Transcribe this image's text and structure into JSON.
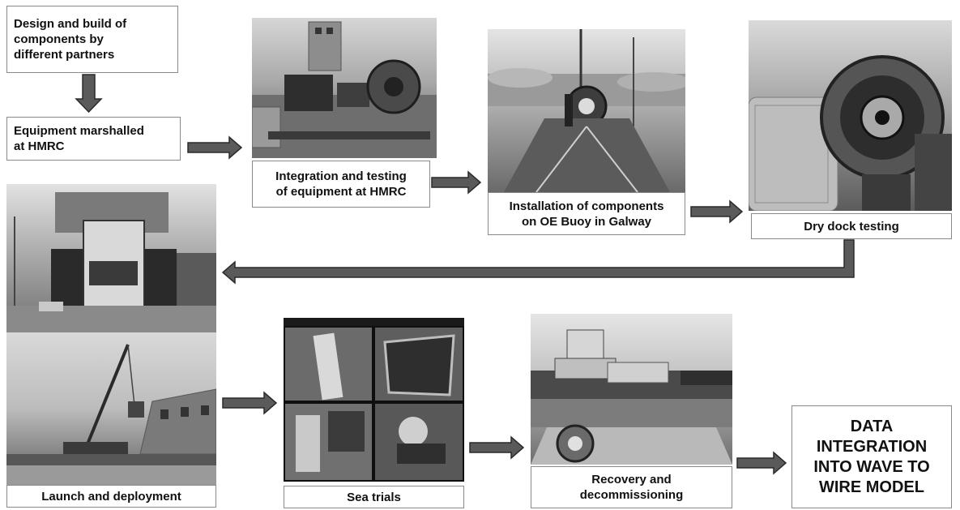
{
  "boxes": {
    "design_build": "Design and build of\ncomponents by\ndifferent partners",
    "marshalled": "Equipment marshalled\nat HMRC",
    "integration_testing": "Integration and testing\nof equipment at HMRC",
    "installation": "Installation of components\non OE Buoy in Galway",
    "dry_dock": "Dry dock testing",
    "launch": "Launch and deployment",
    "sea_trials": "Sea trials",
    "recovery": "Recovery and\ndecommissioning",
    "data_integration": "DATA\nINTEGRATION\nINTO WAVE TO\nWIRE MODEL"
  },
  "photos": {
    "test_rig": "test-rig-photo",
    "buoy_installation": "buoy-installation-photo",
    "turbine": "turbine-dry-dock-photo",
    "truck": "truck-transport-photo",
    "crane": "crane-launch-photo",
    "camera_quad": "sea-trials-camera-grid-photo",
    "recovery_vessel": "recovery-vessel-photo"
  },
  "colors": {
    "arrow_fill": "#5a5a5a",
    "arrow_stroke": "#2b2b2b",
    "box_border": "#8a8a8a"
  }
}
